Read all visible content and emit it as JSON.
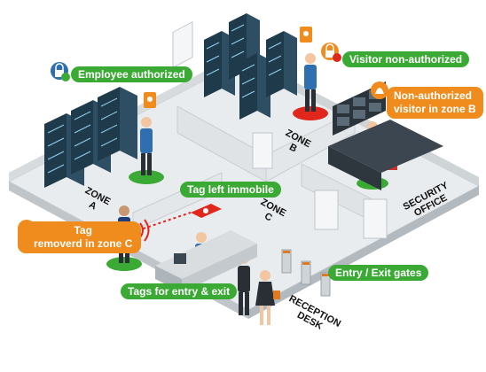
{
  "labels": {
    "employee_authorized": "Employee authorized",
    "visitor_non_authorized": "Visitor non-authorized",
    "non_authorized_zone_b_line1": "Non-authorized",
    "non_authorized_zone_b_line2": "visitor in zone B",
    "tag_left_immobile": "Tag left immobile",
    "tag_removed_line1": "Tag",
    "tag_removed_line2": "removerd in zone C",
    "tags_entry_exit": "Tags for entry & exit",
    "entry_exit_gates": "Entry / Exit gates"
  },
  "zones": {
    "zone_a_line1": "ZONE",
    "zone_a_line2": "A",
    "zone_b_line1": "ZONE",
    "zone_b_line2": "B",
    "zone_c_line1": "ZONE",
    "zone_c_line2": "C",
    "security_line1": "SECURITY",
    "security_line2": "OFFICE",
    "reception_line1": "RECEPTION",
    "reception_line2": "DESK"
  },
  "colors": {
    "green": "#3aaa35",
    "orange": "#f08c1e",
    "alert_red": "#e1261c",
    "floor": "#e9ecee",
    "wall": "#d7dbde"
  }
}
